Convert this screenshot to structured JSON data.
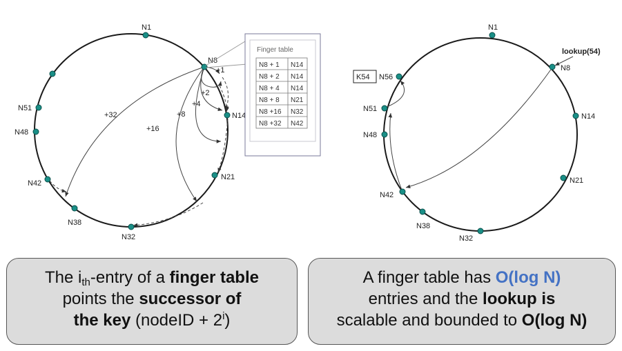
{
  "left_ring": {
    "nodes": [
      "N1",
      "N8",
      "N14",
      "N21",
      "N32",
      "N38",
      "N42",
      "N48",
      "N51"
    ],
    "finger_steps": [
      "+1",
      "+2",
      "+4",
      "+8",
      "+16",
      "+32"
    ],
    "finger_table": {
      "title": "Finger table",
      "rows": [
        [
          "N8 + 1",
          "N14"
        ],
        [
          "N8 + 2",
          "N14"
        ],
        [
          "N8 + 4",
          "N14"
        ],
        [
          "N8 + 8",
          "N21"
        ],
        [
          "N8 +16",
          "N32"
        ],
        [
          "N8 +32",
          "N42"
        ]
      ]
    }
  },
  "right_ring": {
    "nodes": [
      "N1",
      "N8",
      "N14",
      "N21",
      "N32",
      "N38",
      "N42",
      "N48",
      "N51",
      "N56"
    ],
    "lookup_label": "lookup(54)",
    "key_label": "K54"
  },
  "callout_left": {
    "pre": "The i",
    "sub": "th",
    "mid1": "-entry of a ",
    "b1": "finger table",
    "mid2": "points the ",
    "b2": "successor of",
    "b3": "the key",
    "mid3": " (nodeID + 2",
    "sup": "i",
    "end": ")"
  },
  "callout_right": {
    "t1": "A finger table has ",
    "hl1": "O(log N)",
    "t2": "entries and the ",
    "b1": "lookup is",
    "t3": "scalable and bounded to ",
    "b2": "O(log N)"
  },
  "colors": {
    "node": "#1a8f87",
    "node_stroke": "#0b4f4a",
    "callout_bg": "#dcdcdc",
    "highlight": "#4472c4"
  }
}
